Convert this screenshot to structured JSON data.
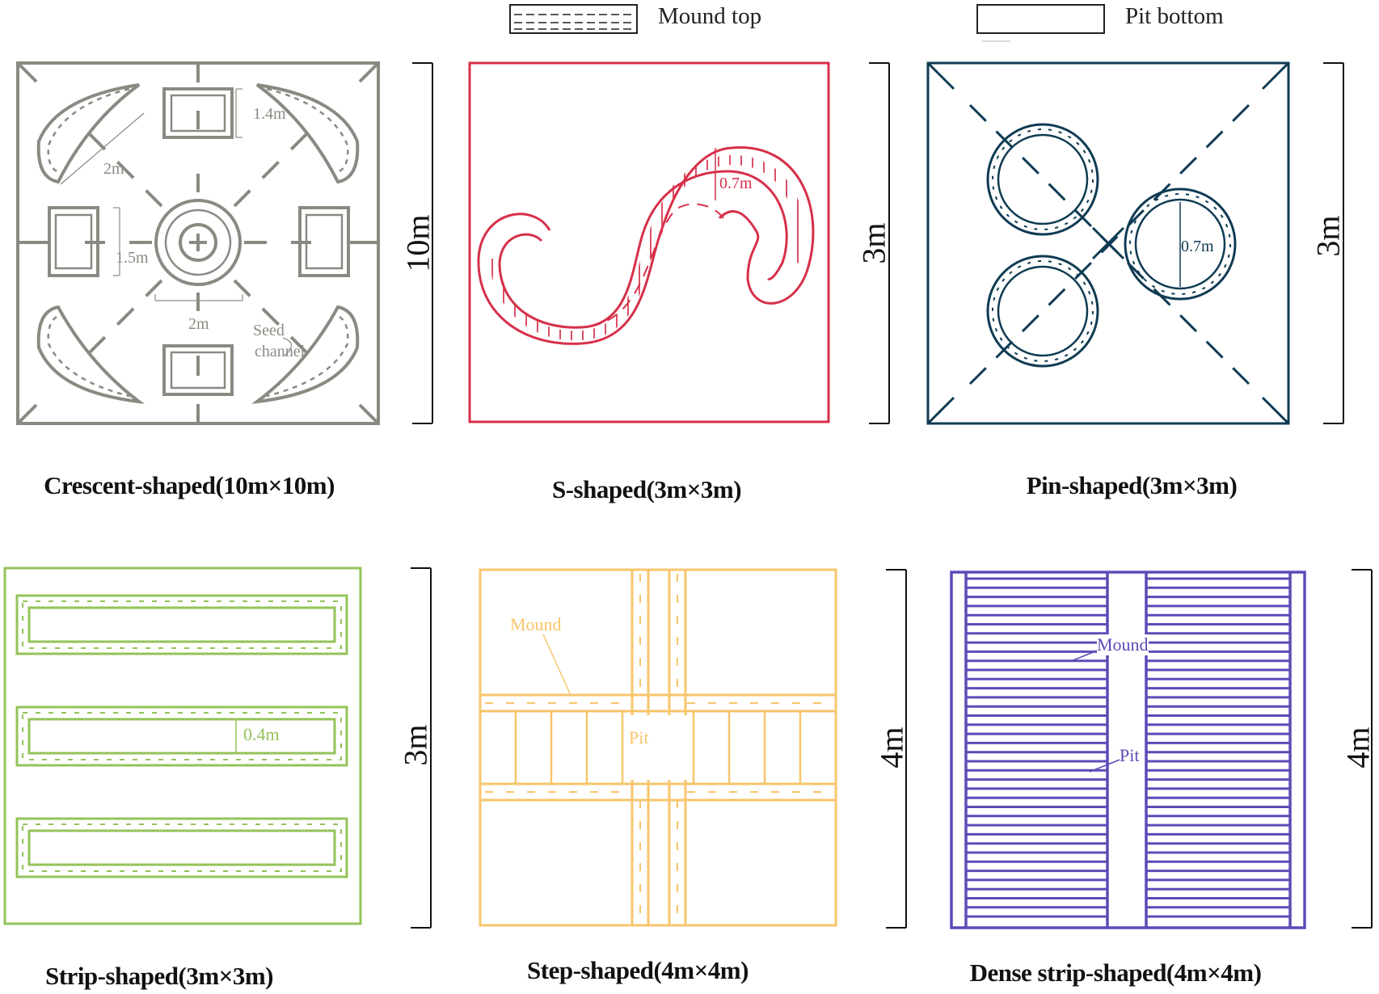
{
  "legend": {
    "mound_top": "Mound top",
    "pit_bottom": "Pit bottom"
  },
  "panels": {
    "crescent": {
      "caption": "Crescent-shaped(10m×10m)",
      "size_label": "10m",
      "labels": {
        "top_dim": "1.4m",
        "diag_dim": "2m",
        "left_dim": "1.5m",
        "bottom_dim": "2m",
        "seed_1": "Seed",
        "seed_2": "channel"
      },
      "color": "#8a8a83"
    },
    "s_shaped": {
      "caption": "S-shaped(3m×3m)",
      "size_label": "3m",
      "labels": {
        "width": "0.7m"
      },
      "color": "#d6304a"
    },
    "pin_shaped": {
      "caption": "Pin-shaped(3m×3m)",
      "size_label": "3m",
      "labels": {
        "diameter": "0.7m"
      },
      "color": "#0f3b53"
    },
    "strip": {
      "caption": "Strip-shaped(3m×3m)",
      "size_label": "3m",
      "labels": {
        "width": "0.4m"
      },
      "color": "#93c35a"
    },
    "step": {
      "caption": "Step-shaped(4m×4m)",
      "size_label": "4m",
      "labels": {
        "mound": "Mound",
        "pit": "Pit"
      },
      "color": "#f7c56b"
    },
    "dense_strip": {
      "caption": "Dense strip-shaped(4m×4m)",
      "size_label": "4m",
      "labels": {
        "mound": "Mound",
        "pit": "Pit"
      },
      "color": "#5b4cb8"
    }
  }
}
